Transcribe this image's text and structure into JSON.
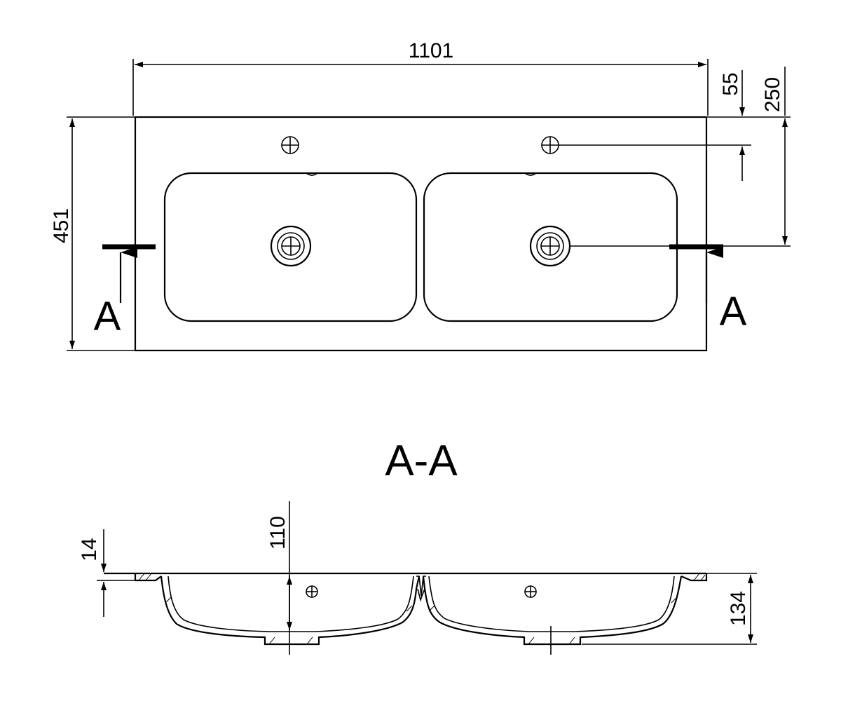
{
  "dimensions": {
    "overall_width": "1101",
    "overall_depth": "451",
    "tap_hole_offset": "55",
    "drain_offset": "250",
    "deck_thickness": "14",
    "basin_depth": "110",
    "total_height": "134"
  },
  "section_marks": {
    "left": "A",
    "right": "A"
  },
  "section_title": "A-A"
}
